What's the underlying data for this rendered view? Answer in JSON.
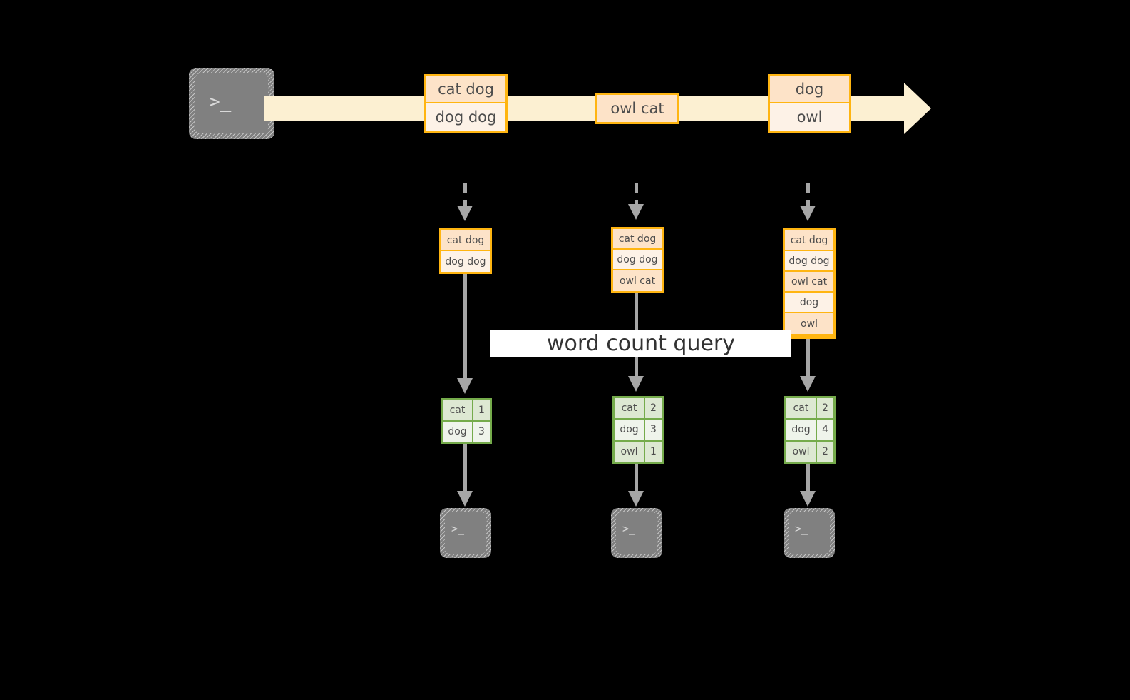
{
  "diagram": {
    "title_label": "word count query",
    "background_color": "#000000",
    "colors": {
      "stream_arrow": "#fcf0d2",
      "record_border": "#ffb511",
      "record_fill_a": "#fde3c8",
      "record_fill_b": "#fdf2e7",
      "result_border": "#75ab4b",
      "result_fill_a": "#dde8d2",
      "result_fill_b": "#eff4eb",
      "connector": "#a6a6a6",
      "terminal_fill": "#808080",
      "query_band": "#ffffff",
      "text": "#4d4d4d"
    }
  },
  "source_terminal": {
    "icon": "terminal-prompt-icon",
    "prompt_glyph": ">_"
  },
  "stream": {
    "arrow_icon": "right-arrow-icon",
    "events": [
      {
        "name": "event-group-1",
        "lines": [
          "cat dog",
          "dog dog"
        ]
      },
      {
        "name": "event-group-2",
        "lines": [
          "owl cat"
        ]
      },
      {
        "name": "event-group-3",
        "lines": [
          "dog",
          "owl"
        ]
      }
    ]
  },
  "snapshots": [
    {
      "name": "snapshot-1",
      "records": [
        "cat dog",
        "dog dog"
      ],
      "results": {
        "rows": [
          {
            "word": "cat",
            "count": "1"
          },
          {
            "word": "dog",
            "count": "3"
          }
        ]
      },
      "sink_prompt": ">_"
    },
    {
      "name": "snapshot-2",
      "records": [
        "cat dog",
        "dog dog",
        "owl cat"
      ],
      "results": {
        "rows": [
          {
            "word": "cat",
            "count": "2"
          },
          {
            "word": "dog",
            "count": "3"
          },
          {
            "word": "owl",
            "count": "1"
          }
        ]
      },
      "sink_prompt": ">_"
    },
    {
      "name": "snapshot-3",
      "records": [
        "cat dog",
        "dog dog",
        "owl cat",
        "dog",
        "owl"
      ],
      "results": {
        "rows": [
          {
            "word": "cat",
            "count": "2"
          },
          {
            "word": "dog",
            "count": "4"
          },
          {
            "word": "owl",
            "count": "2"
          }
        ]
      },
      "sink_prompt": ">_"
    }
  ]
}
